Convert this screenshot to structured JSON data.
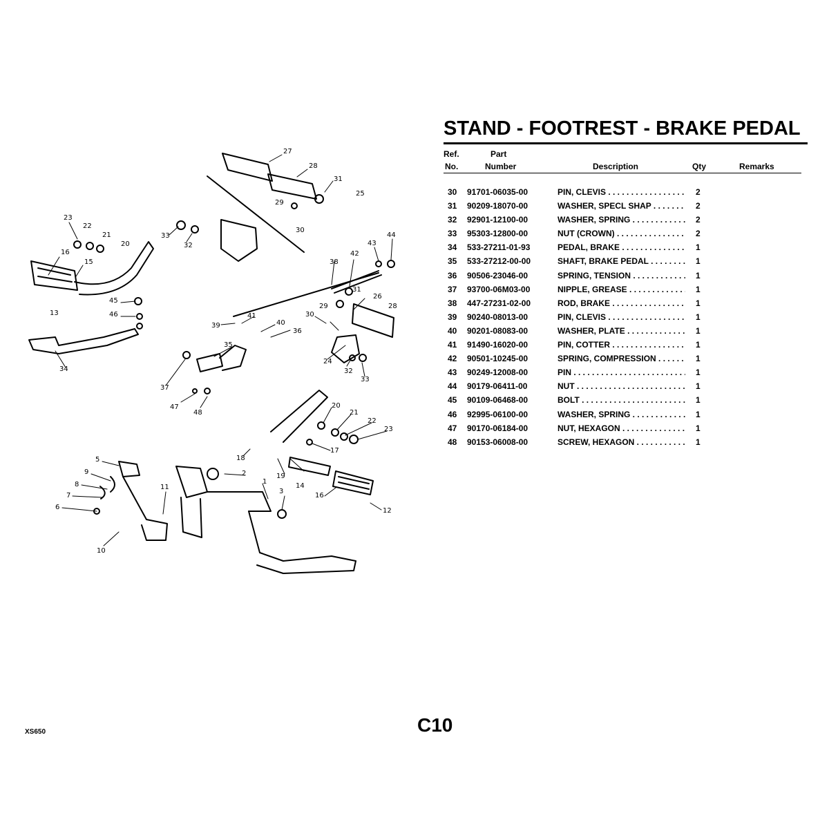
{
  "page": {
    "title": "STAND - FOOTREST - BRAKE PEDAL",
    "model": "XS650",
    "page_number": "C10"
  },
  "table": {
    "headers": {
      "ref_line1": "Ref.",
      "ref_line2": "No.",
      "part_line1": "Part",
      "part_line2": "Number",
      "description": "Description",
      "qty": "Qty",
      "remarks": "Remarks"
    },
    "rows": [
      {
        "ref": "30",
        "part": "91701-06035-00",
        "desc": "PIN, CLEVIS",
        "qty": "2"
      },
      {
        "ref": "31",
        "part": "90209-18070-00",
        "desc": "WASHER, SPECL SHAP",
        "qty": "2"
      },
      {
        "ref": "32",
        "part": "92901-12100-00",
        "desc": "WASHER, SPRING",
        "qty": "2"
      },
      {
        "ref": "33",
        "part": "95303-12800-00",
        "desc": "NUT (CROWN)",
        "qty": "2"
      },
      {
        "ref": "34",
        "part": "533-27211-01-93",
        "desc": "PEDAL, BRAKE",
        "qty": "1"
      },
      {
        "ref": "35",
        "part": "533-27212-00-00",
        "desc": "SHAFT, BRAKE PEDAL",
        "qty": "1"
      },
      {
        "ref": "36",
        "part": "90506-23046-00",
        "desc": "SPRING, TENSION",
        "qty": "1"
      },
      {
        "ref": "37",
        "part": "93700-06M03-00",
        "desc": "NIPPLE, GREASE",
        "qty": "1"
      },
      {
        "ref": "38",
        "part": "447-27231-02-00",
        "desc": "ROD, BRAKE",
        "qty": "1"
      },
      {
        "ref": "39",
        "part": "90240-08013-00",
        "desc": "PIN, CLEVIS",
        "qty": "1"
      },
      {
        "ref": "40",
        "part": "90201-08083-00",
        "desc": "WASHER, PLATE",
        "qty": "1"
      },
      {
        "ref": "41",
        "part": "91490-16020-00",
        "desc": "PIN, COTTER",
        "qty": "1"
      },
      {
        "ref": "42",
        "part": "90501-10245-00",
        "desc": "SPRING, COMPRESSION",
        "qty": "1"
      },
      {
        "ref": "43",
        "part": "90249-12008-00",
        "desc": "PIN",
        "qty": "1"
      },
      {
        "ref": "44",
        "part": "90179-06411-00",
        "desc": "NUT",
        "qty": "1"
      },
      {
        "ref": "45",
        "part": "90109-06468-00",
        "desc": "BOLT",
        "qty": "1"
      },
      {
        "ref": "46",
        "part": "92995-06100-00",
        "desc": "WASHER, SPRING",
        "qty": "1"
      },
      {
        "ref": "47",
        "part": "90170-06184-00",
        "desc": "NUT, HEXAGON",
        "qty": "1"
      },
      {
        "ref": "48",
        "part": "90153-06008-00",
        "desc": "SCREW, HEXAGON",
        "qty": "1"
      }
    ]
  },
  "diagram": {
    "callouts": [
      "1",
      "2",
      "3",
      "5",
      "6",
      "7",
      "8",
      "9",
      "10",
      "11",
      "12",
      "13",
      "14",
      "15",
      "16",
      "17",
      "18",
      "19",
      "20",
      "21",
      "22",
      "23",
      "24",
      "25",
      "26",
      "27",
      "28",
      "29",
      "30",
      "31",
      "32",
      "33",
      "34",
      "35",
      "36",
      "37",
      "38",
      "39",
      "40",
      "41",
      "42",
      "43",
      "44",
      "45",
      "46",
      "47",
      "48"
    ]
  }
}
